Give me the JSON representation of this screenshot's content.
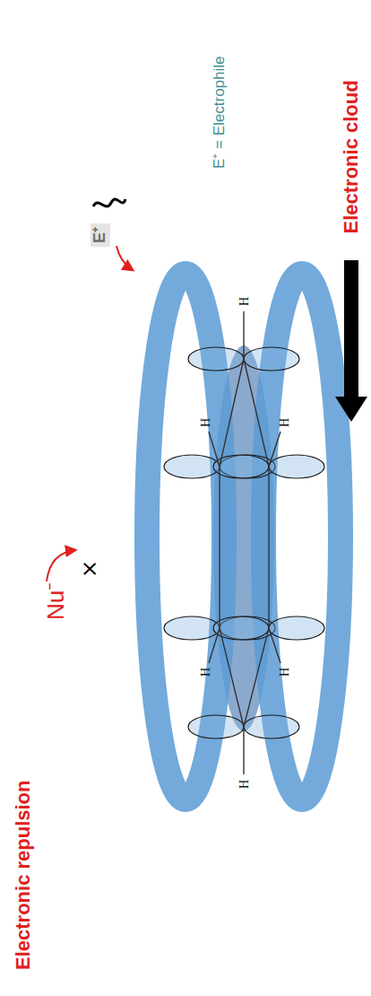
{
  "diagram": {
    "labels": [
      "Electronic repulsion",
      "Nu⁻",
      "×",
      "E⁺",
      "E⁺ = Electrophile",
      "Electronic cloud",
      "H",
      "H",
      "H",
      "H",
      "H",
      "H"
    ]
  }
}
